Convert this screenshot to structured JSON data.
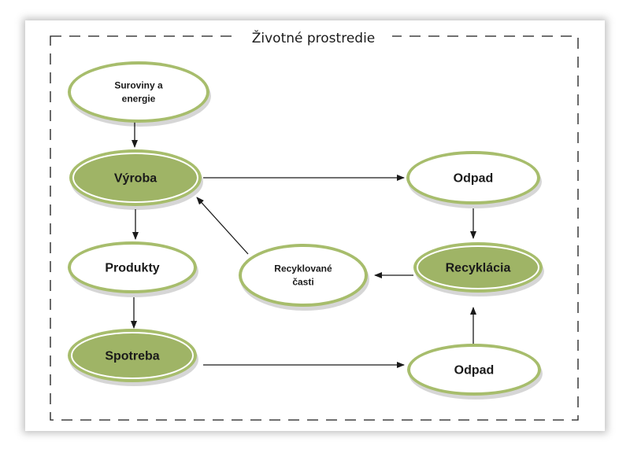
{
  "diagram": {
    "title": "Životné prostredie",
    "colors": {
      "filled": "#9fb466",
      "ring": "#a7bd6c",
      "plain": "#ffffff",
      "line": "#1a1a1a"
    },
    "nodes": [
      {
        "id": "suroviny",
        "lines": [
          "Suroviny a",
          "energie"
        ],
        "filled": false
      },
      {
        "id": "vyroba",
        "lines": [
          "Výroba"
        ],
        "filled": true
      },
      {
        "id": "produkty",
        "lines": [
          "Produkty"
        ],
        "filled": false
      },
      {
        "id": "spotreba",
        "lines": [
          "Spotreba"
        ],
        "filled": true
      },
      {
        "id": "odpad-top",
        "lines": [
          "Odpad"
        ],
        "filled": false
      },
      {
        "id": "recyklacia",
        "lines": [
          "Recyklácia"
        ],
        "filled": true
      },
      {
        "id": "recyklovane",
        "lines": [
          "Recyklované",
          "časti"
        ],
        "filled": false
      },
      {
        "id": "odpad-bottom",
        "lines": [
          "Odpad"
        ],
        "filled": false
      }
    ],
    "edges": [
      {
        "from": "suroviny",
        "to": "vyroba"
      },
      {
        "from": "vyroba",
        "to": "produkty"
      },
      {
        "from": "produkty",
        "to": "spotreba"
      },
      {
        "from": "vyroba",
        "to": "odpad-top"
      },
      {
        "from": "odpad-top",
        "to": "recyklacia"
      },
      {
        "from": "recyklacia",
        "to": "recyklovane"
      },
      {
        "from": "recyklovane",
        "to": "vyroba"
      },
      {
        "from": "spotreba",
        "to": "odpad-bottom"
      },
      {
        "from": "odpad-bottom",
        "to": "recyklacia"
      }
    ]
  }
}
